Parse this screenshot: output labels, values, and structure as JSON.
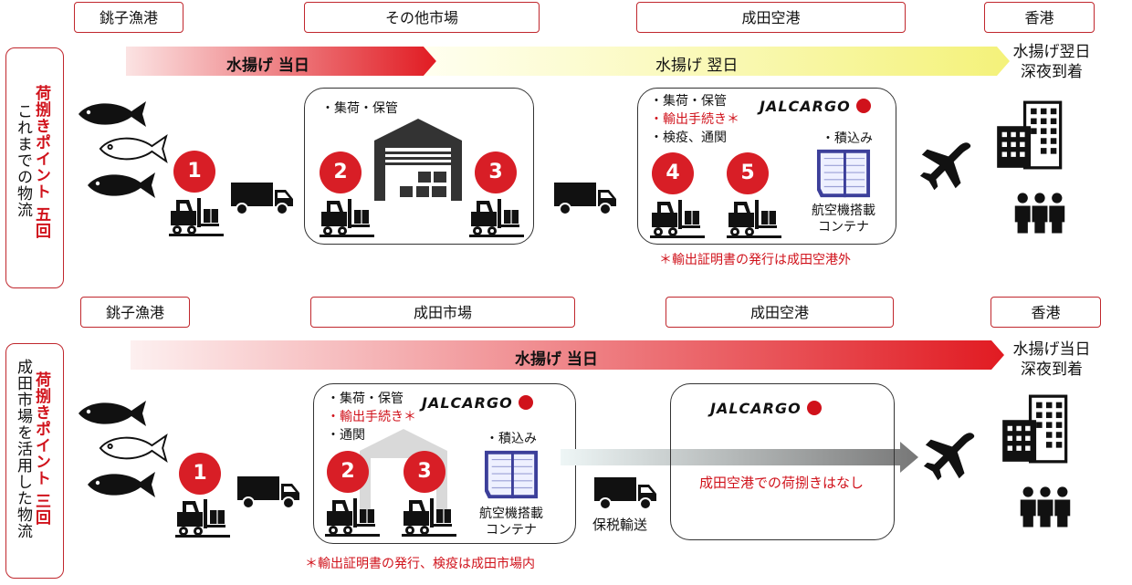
{
  "top": {
    "locations": [
      "銚子漁港",
      "その他市場",
      "成田空港",
      "香港"
    ],
    "arrow_red_label": "水揚げ 当日",
    "arrow_yellow_label": "水揚げ 翌日",
    "arrival": [
      "水揚げ翌日",
      "深夜到着"
    ],
    "side_red": "荷捌きポイント 五回",
    "side_black": "これまでの物流",
    "market_box": {
      "note": "・集荷・保管"
    },
    "airport_box": {
      "lines": [
        "・集荷・保管",
        "・輸出手続き＊",
        "・検疫、通関"
      ],
      "logo": "JALCARGO",
      "load": "・積込み",
      "container_caption": [
        "航空機搭載",
        "コンテナ"
      ]
    },
    "steps": [
      "1",
      "2",
      "3",
      "4",
      "5"
    ],
    "footnote": "＊輸出証明書の発行は成田空港外"
  },
  "bottom": {
    "locations": [
      "銚子漁港",
      "成田市場",
      "成田空港",
      "香港"
    ],
    "arrow_label": "水揚げ 当日",
    "arrival": [
      "水揚げ当日",
      "深夜到着"
    ],
    "side_red": "荷捌きポイント 三回",
    "side_black": "成田市場を活用した物流",
    "market_box": {
      "lines": [
        "・集荷・保管",
        "・輸出手続き＊",
        "・通関"
      ],
      "logo": "JALCARGO",
      "load": "・積込み",
      "container_caption": [
        "航空機搭載",
        "コンテナ"
      ]
    },
    "airport_box": {
      "logo": "JALCARGO",
      "note": "成田空港での荷捌きはなし"
    },
    "bonded": "保税輸送",
    "steps": [
      "1",
      "2",
      "3"
    ],
    "footnote": "＊輸出証明書の発行、検疫は成田市場内"
  },
  "colors": {
    "accent_red": "#d0121b",
    "arrow_yellow": "#f4f27a",
    "box_border": "#333333"
  },
  "icons": [
    "fish-icon",
    "forklift-icon",
    "truck-icon",
    "warehouse-icon",
    "container-icon",
    "airplane-icon",
    "building-icon",
    "people-icon"
  ]
}
